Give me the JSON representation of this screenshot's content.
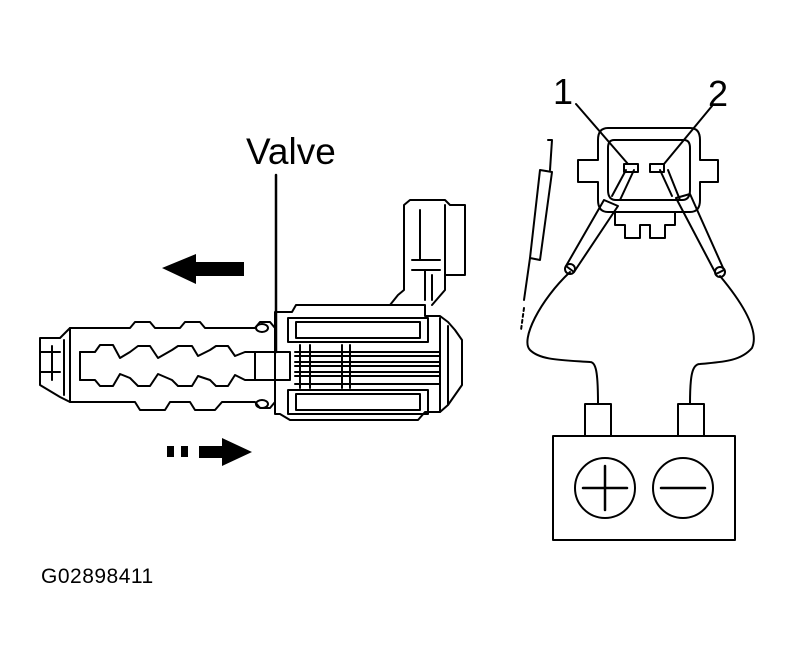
{
  "labels": {
    "valve": "Valve",
    "pin_1": "1",
    "pin_2": "2",
    "figure_code": "G02898411"
  },
  "battery": {
    "positive_symbol": "+",
    "negative_symbol": "−"
  },
  "colors": {
    "line": "#000000",
    "background": "#ffffff"
  }
}
